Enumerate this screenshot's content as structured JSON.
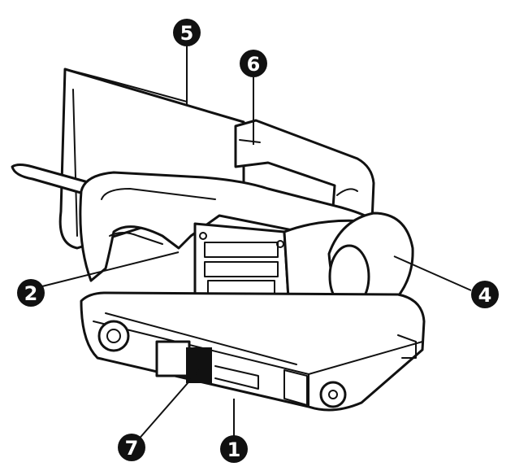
{
  "diagram": {
    "subject": "belt sander",
    "colors": {
      "ink": "#111111",
      "paper": "#ffffff"
    },
    "callouts": [
      {
        "id": "c5",
        "label": "5"
      },
      {
        "id": "c6",
        "label": "6"
      },
      {
        "id": "c2",
        "label": "2"
      },
      {
        "id": "c4",
        "label": "4"
      },
      {
        "id": "c7",
        "label": "7"
      },
      {
        "id": "c1",
        "label": "1"
      }
    ]
  }
}
